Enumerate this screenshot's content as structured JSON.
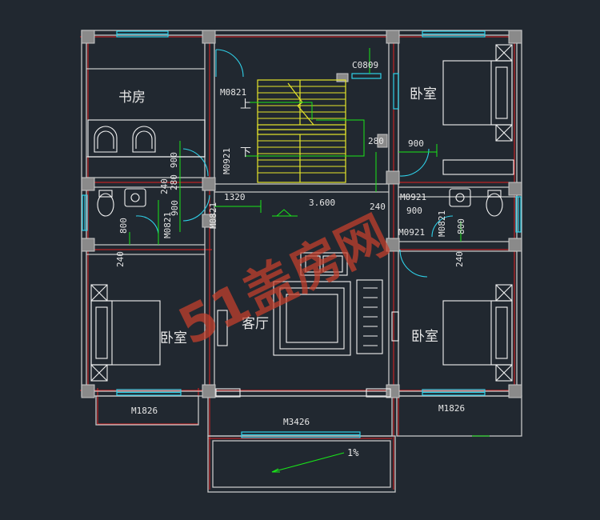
{
  "rooms": {
    "study": "书房",
    "bedroom_ne": "卧室",
    "bedroom_sw": "卧室",
    "bedroom_se": "卧室",
    "living": "客厅"
  },
  "stairs": {
    "up": "上",
    "down": "下"
  },
  "doors": {
    "m0821_top": "M0821",
    "m0921_left": "M0921",
    "m0821_left_bath": "M0821",
    "m0821_center": "M0821",
    "m0921_right_a": "M0921",
    "m0921_right_b": "M0921",
    "m0821_right_bath": "M0821",
    "m1826_left": "M1826",
    "m1826_right": "M1826",
    "m3426": "M3426"
  },
  "windows": {
    "c0809": "C0809"
  },
  "dimensions": {
    "d280": "280",
    "d900_right": "900",
    "d900_left_a": "900",
    "d280_left": "280",
    "d240_left_a": "240",
    "d900_left_b": "900",
    "d800_left": "800",
    "d1320": "1320",
    "d240_center": "240",
    "d900_center": "900",
    "d800_right": "800",
    "d240_left_b": "240",
    "d240_right": "240"
  },
  "elevation": "3.600",
  "slope": "1%",
  "watermark": "51盖房网",
  "colors": {
    "background": "#212830",
    "wall": "#c7c7c7",
    "axis": "#e02020",
    "dimension": "#19e619",
    "window": "#2fd0e8",
    "stairs": "#e6e62a",
    "furniture": "#ffffff",
    "watermark": "#c8402c"
  }
}
